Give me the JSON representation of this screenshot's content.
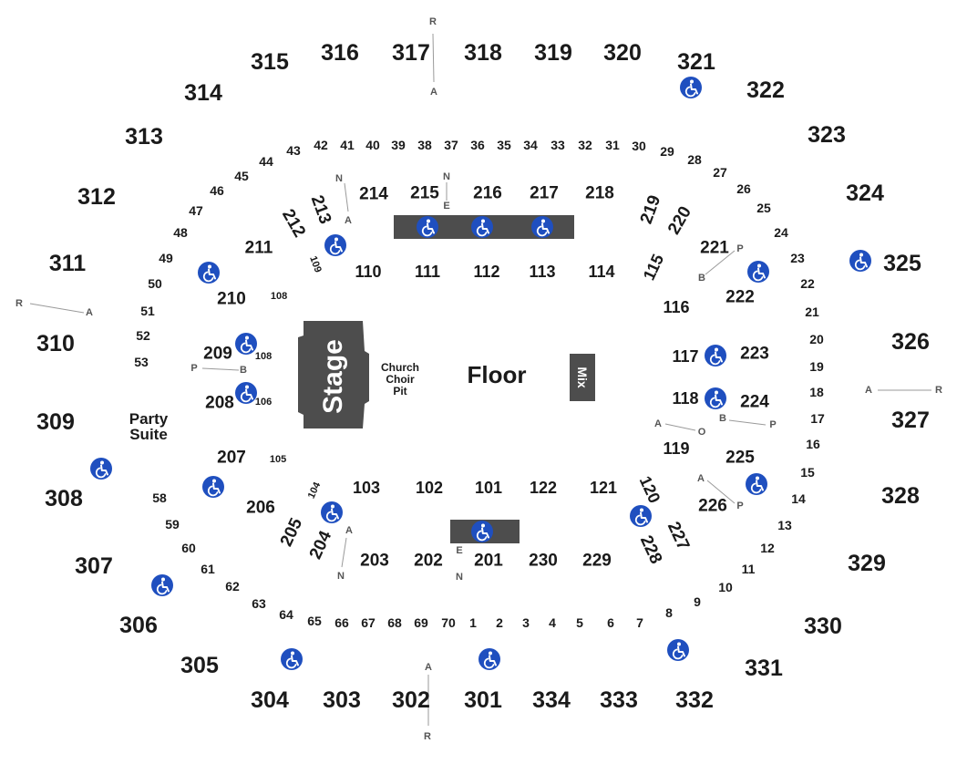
{
  "venue_elements": {
    "stage": "Stage",
    "floor": "Floor",
    "church_choir_pit": [
      "Church",
      "Choir",
      "Pit"
    ],
    "mix": "Mix",
    "party_suite": [
      "Party",
      "Suite"
    ]
  },
  "sections_300": [
    "301",
    "302",
    "303",
    "304",
    "305",
    "306",
    "307",
    "308",
    "309",
    "310",
    "311",
    "312",
    "313",
    "314",
    "315",
    "316",
    "317",
    "318",
    "319",
    "320",
    "321",
    "322",
    "323",
    "324",
    "325",
    "326",
    "327",
    "328",
    "329",
    "330",
    "331",
    "332",
    "333",
    "334"
  ],
  "sections_200": [
    "201",
    "202",
    "203",
    "204",
    "205",
    "206",
    "207",
    "208",
    "209",
    "210",
    "211",
    "212",
    "213",
    "214",
    "215",
    "216",
    "217",
    "218",
    "219",
    "220",
    "221",
    "222",
    "223",
    "224",
    "225",
    "226",
    "227",
    "228",
    "229",
    "230"
  ],
  "sections_100": [
    "101",
    "102",
    "103",
    "104",
    "105",
    "106",
    "108",
    "108",
    "109",
    "110",
    "111",
    "112",
    "113",
    "114",
    "115",
    "116",
    "117",
    "118",
    "119",
    "120",
    "121",
    "122"
  ],
  "rows": [
    "1",
    "2",
    "3",
    "4",
    "5",
    "6",
    "7",
    "8",
    "9",
    "10",
    "11",
    "12",
    "13",
    "14",
    "15",
    "16",
    "17",
    "18",
    "19",
    "20",
    "21",
    "22",
    "23",
    "24",
    "25",
    "26",
    "27",
    "28",
    "29",
    "30",
    "31",
    "32",
    "33",
    "34",
    "35",
    "36",
    "37",
    "38",
    "39",
    "40",
    "41",
    "42",
    "43",
    "44",
    "45",
    "46",
    "47",
    "48",
    "49",
    "50",
    "51",
    "52",
    "53",
    "58",
    "59",
    "60",
    "61",
    "62",
    "63",
    "64",
    "65",
    "66",
    "67",
    "68",
    "69",
    "70"
  ],
  "aisle_markers": {
    "R": "R",
    "A": "A",
    "N": "N",
    "E": "E",
    "P": "P",
    "B": "B",
    "O": "O"
  },
  "accessibility_icon": "wheelchair-icon",
  "colors": {
    "accessible": "#1f4fbf",
    "block": "#4d4d4d",
    "text": "#1a1a1a"
  }
}
